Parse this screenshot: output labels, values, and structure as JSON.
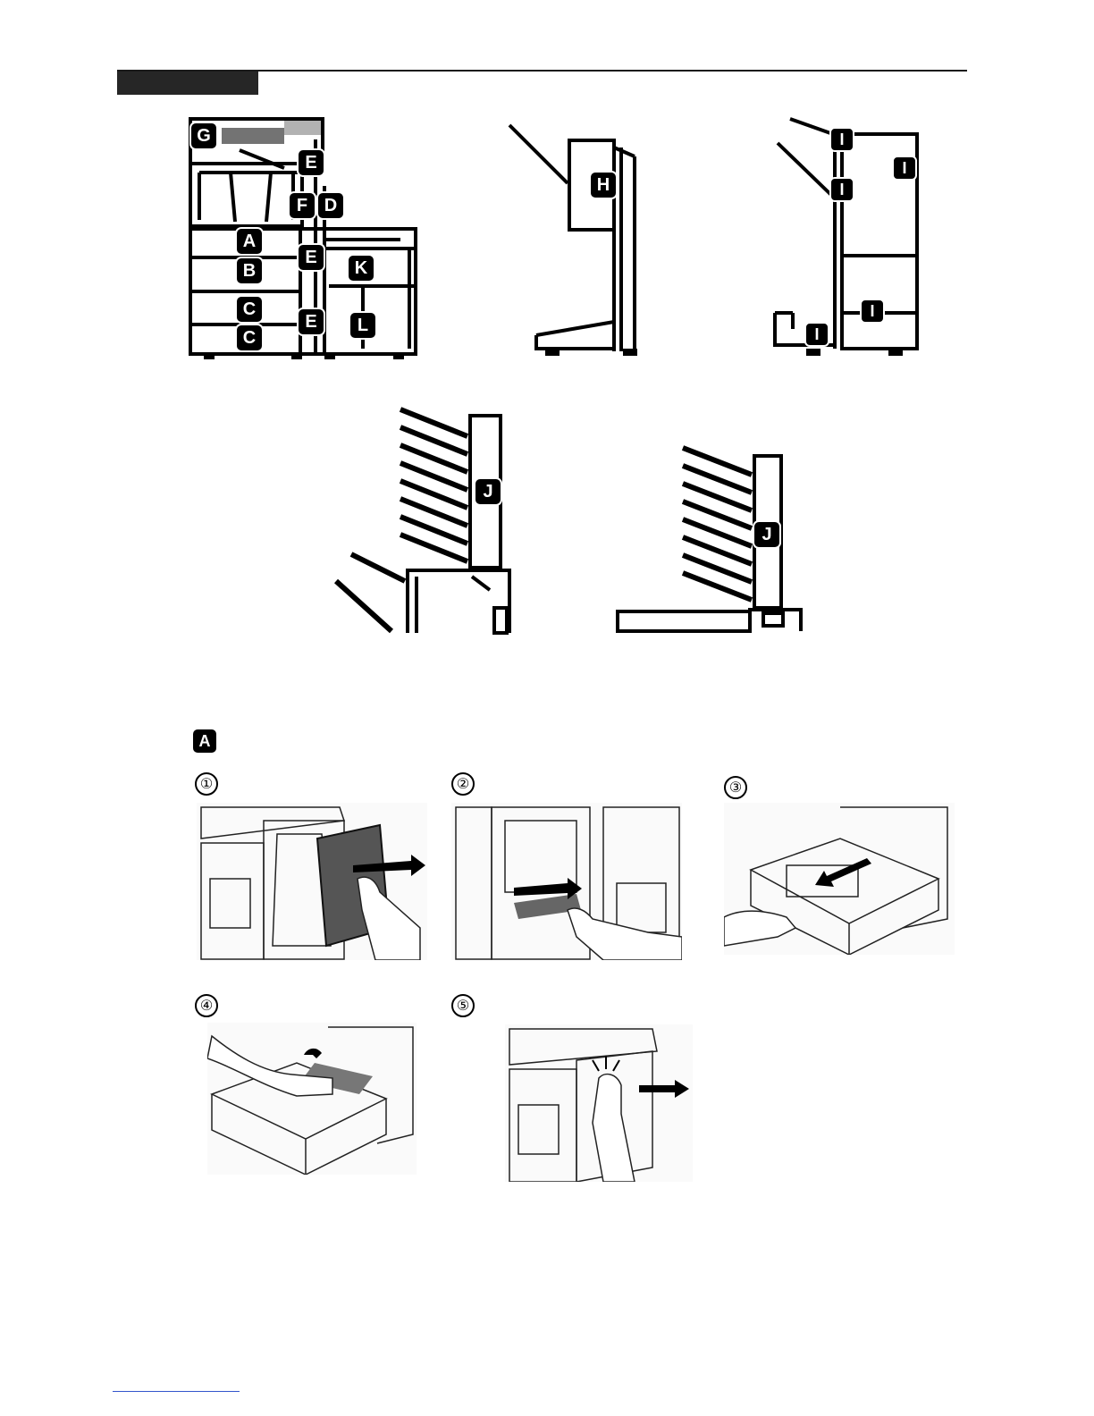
{
  "header": {
    "section_tab": ""
  },
  "overview": {
    "main_unit_labels": [
      "G",
      "E",
      "F",
      "D",
      "A",
      "E",
      "B",
      "K",
      "C",
      "E",
      "L",
      "C"
    ],
    "finisher_a_label": "H",
    "finisher_b_labels": [
      "I",
      "I",
      "I",
      "I",
      "I"
    ],
    "sorter_labels": [
      "J",
      "J"
    ]
  },
  "procedure": {
    "section_label": "A",
    "steps": [
      {
        "number": "①",
        "illustration": "open-left-cover"
      },
      {
        "number": "②",
        "illustration": "remove-jammed-paper-left"
      },
      {
        "number": "③",
        "illustration": "pull-out-cassette"
      },
      {
        "number": "④",
        "illustration": "remove-paper-from-cassette"
      },
      {
        "number": "⑤",
        "illustration": "close-left-cover"
      }
    ]
  }
}
